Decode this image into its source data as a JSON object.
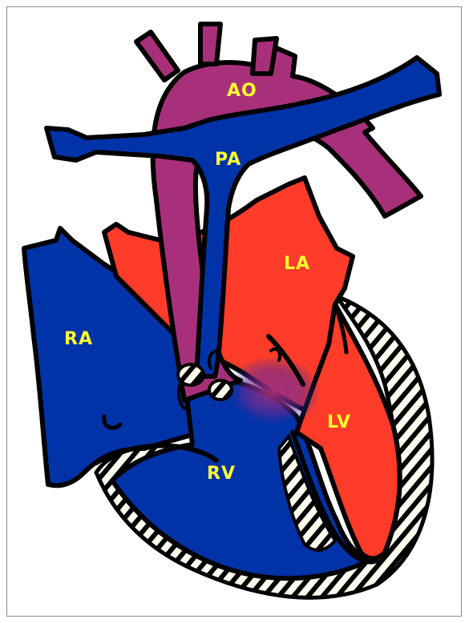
{
  "diagram": {
    "labels": {
      "aorta": "AO",
      "pulmonary_artery": "PA",
      "left_atrium": "LA",
      "right_atrium": "RA",
      "left_ventricle": "LV",
      "right_ventricle": "RV"
    },
    "colors": {
      "oxygenated": "#ff3b2a",
      "deoxygenated": "#0033a8",
      "mixed_aorta": "#a8307a",
      "label_text": "#ffff33",
      "outline": "#000000",
      "myocardium_hatch_bg": "#fffff0"
    }
  }
}
